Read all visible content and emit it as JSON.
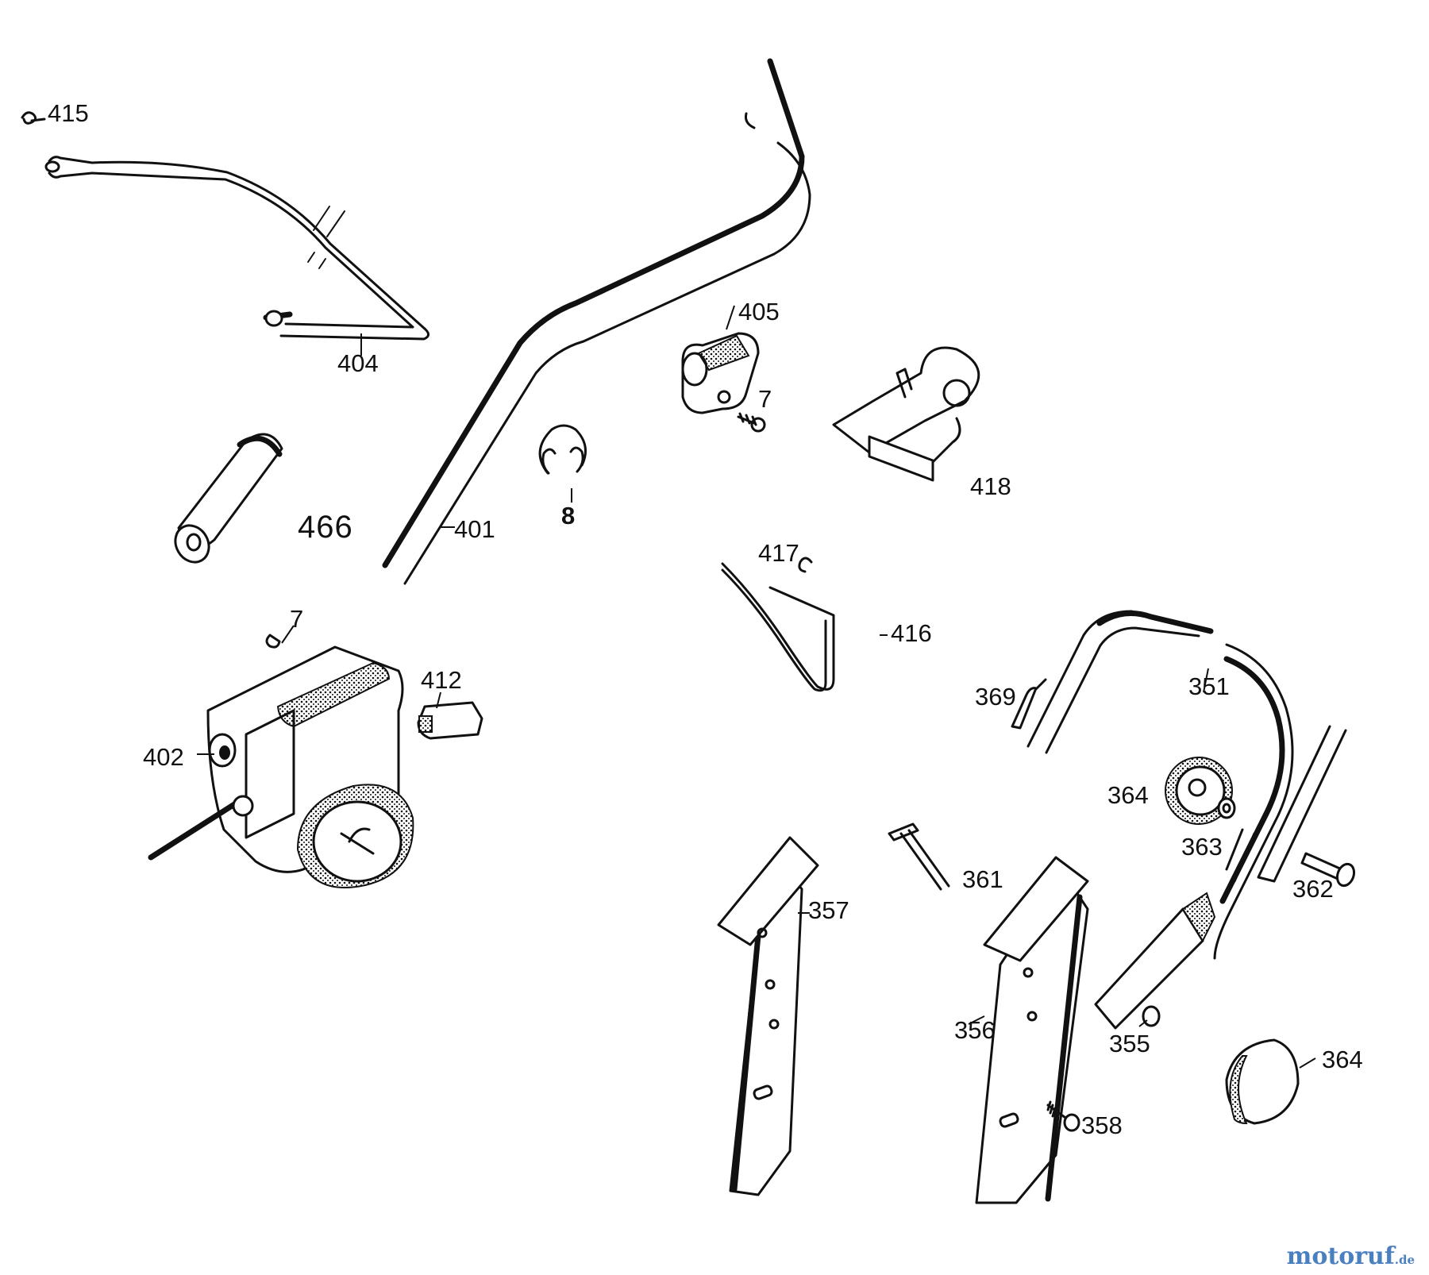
{
  "labels": {
    "p415": "415",
    "p404": "404",
    "p466": "466",
    "p401": "401",
    "p8": "8",
    "p405": "405",
    "p7a": "7",
    "p418": "418",
    "p417": "417",
    "p416": "416",
    "p7b": "7",
    "p412": "412",
    "p402": "402",
    "p369": "369",
    "p351": "351",
    "p364a": "364",
    "p363": "363",
    "p361": "361",
    "p362": "362",
    "p357": "357",
    "p356": "356",
    "p355": "355",
    "p364b": "364",
    "p358": "358"
  },
  "watermark": {
    "brand": "motoruf",
    "suffix": ".de"
  }
}
